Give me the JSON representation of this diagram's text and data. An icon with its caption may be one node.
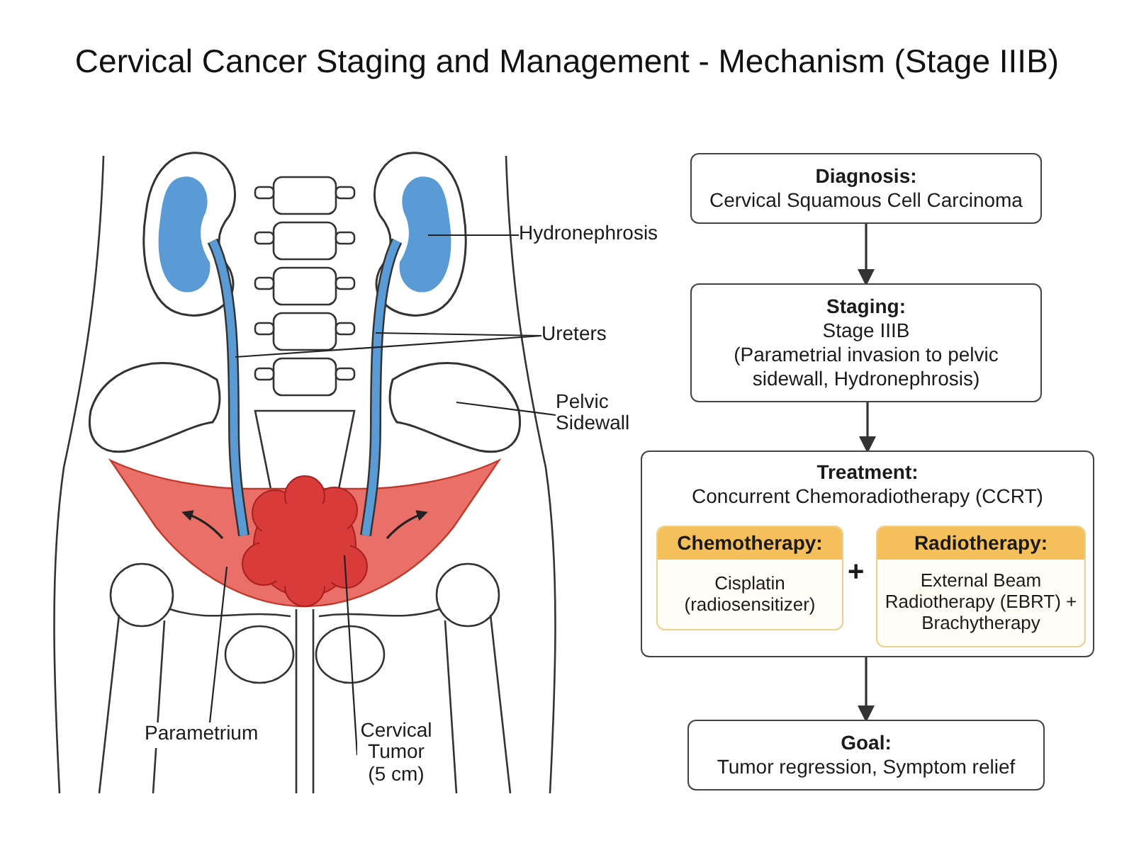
{
  "diagram": {
    "title": "Cervical Cancer Staging and Management - Mechanism (Stage IIIB)",
    "nodes": [
      {
        "text": [
          "Diagnosis:",
          "Cervical Squamous Cell Carcinoma"
        ]
      },
      {
        "text": [
          "Staging:",
          "Stage IIIB",
          "(Parametrial invasion to pelvic sidewall, Hydronephrosis)"
        ]
      },
      {
        "text": [
          "Treatment:",
          "Concurrent Chemoradiotherapy (CCRT)"
        ]
      },
      {
        "text": [
          "Chemotherapy:",
          "Cisplatin (radiosensitizer)"
        ],
        "in": 2
      },
      {
        "text": [
          "Radiotherapy:",
          "External Beam Radiotherapy (EBRT) + Brachytherapy"
        ],
        "in": 2
      },
      {
        "text": [
          "Goal:",
          "Tumor regression, Symptom relief"
        ]
      },
      {
        "text": [
          "Hydronephrosis"
        ]
      },
      {
        "text": [],
        "shape": "picture"
      },
      {
        "text": [
          "Ureters"
        ]
      },
      {
        "text": [],
        "shape": "picture"
      },
      {
        "text": [],
        "shape": "picture"
      },
      {
        "text": [
          "Pelvic Sidewall"
        ]
      },
      {
        "text": [],
        "shape": "picture"
      },
      {
        "text": [
          "Parametrium"
        ]
      },
      {
        "text": [],
        "shape": "picture"
      },
      {
        "text": [
          "Cervical Tumor (5 cm)"
        ]
      },
      {
        "text": [],
        "shape": "picture",
        "in": 14
      },
      {
        "text": [],
        "shape": "picture"
      },
      {
        "text": [],
        "shape": "picture"
      }
    ],
    "edges": [
      {
        "from": 0,
        "to": 1,
        "arrow": "to"
      },
      {
        "from": 1,
        "to": 2,
        "arrow": "to"
      },
      {
        "from": 2,
        "to": 5,
        "arrow": "to"
      },
      {
        "from": 6,
        "to": 7,
        "arrow": "none"
      },
      {
        "from": 8,
        "to": 9,
        "arrow": "none"
      },
      {
        "from": 8,
        "to": 10,
        "arrow": "none"
      },
      {
        "from": 11,
        "to": 12,
        "arrow": "none"
      },
      {
        "from": 13,
        "to": 14,
        "arrow": "none"
      },
      {
        "from": 15,
        "to": 16,
        "arrow": "none"
      }
    ],
    "labels": [
      "+"
    ]
  }
}
